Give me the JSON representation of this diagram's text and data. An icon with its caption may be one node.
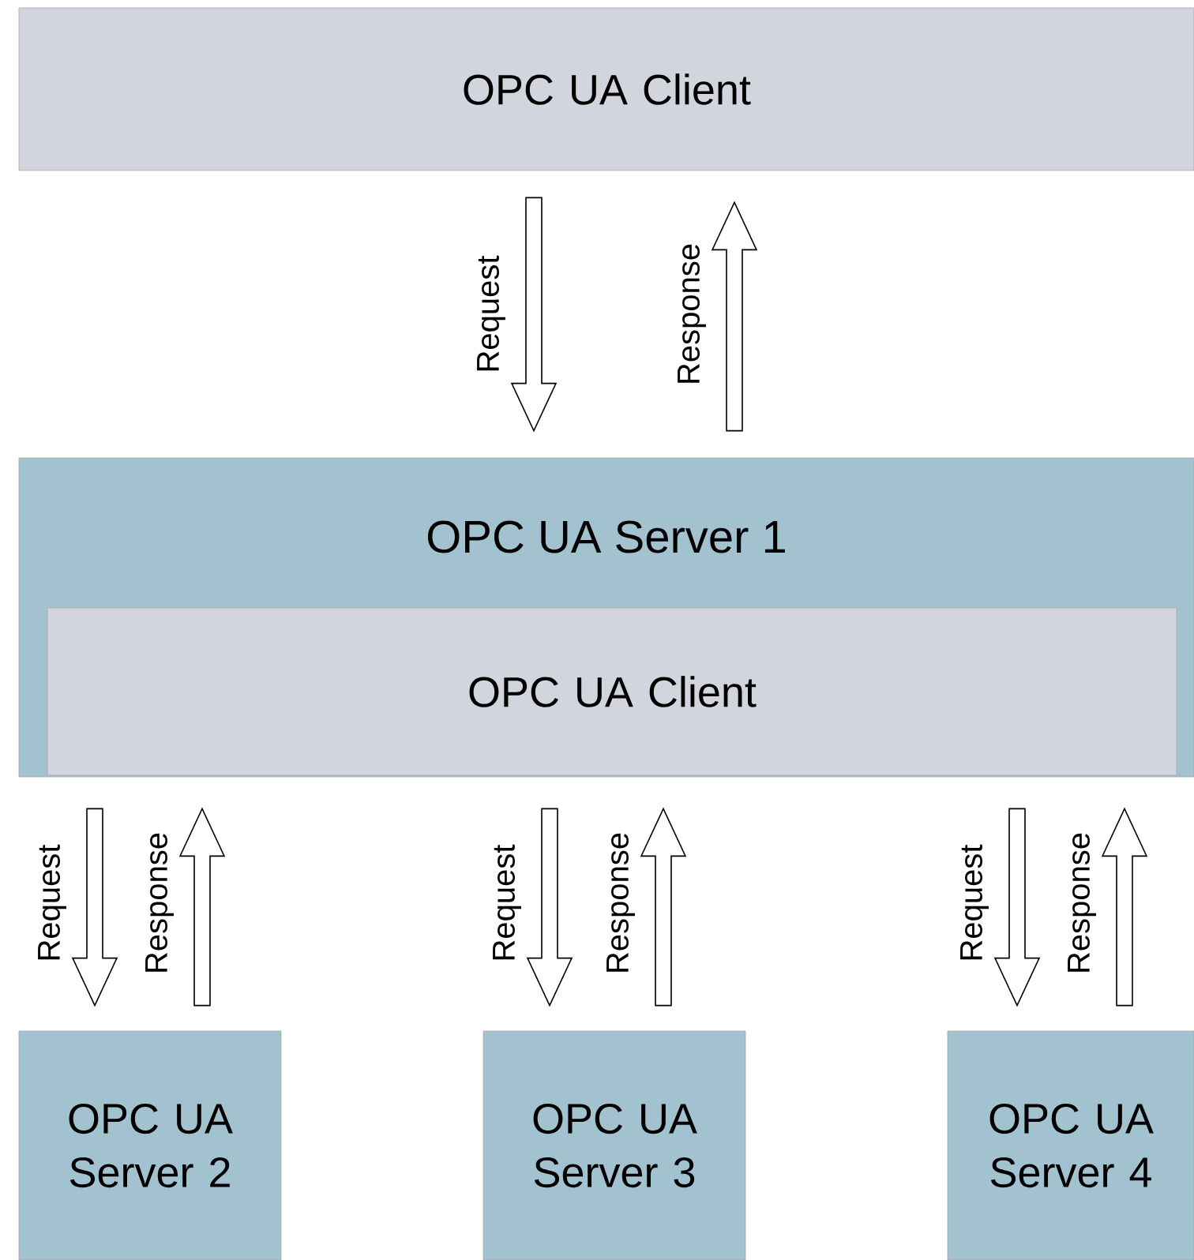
{
  "diagram": {
    "nodes": [
      {
        "text": [
          "OPC UA Client"
        ]
      },
      {
        "text": [
          "OPC UA Server 1"
        ]
      },
      {
        "text": [
          "OPC UA Client"
        ],
        "in": 1
      },
      {
        "text": [
          "OPC UA Server 2"
        ]
      },
      {
        "text": [
          "OPC UA Server 3"
        ]
      },
      {
        "text": [
          "OPC UA Server 4"
        ]
      }
    ],
    "edges": [
      {
        "from": 0,
        "to": 1,
        "arrow": "to",
        "label": "Request"
      },
      {
        "from": 1,
        "to": 0,
        "arrow": "to",
        "label": "Response"
      },
      {
        "from": 2,
        "to": 3,
        "arrow": "to",
        "label": "Request"
      },
      {
        "from": 3,
        "to": 2,
        "arrow": "to",
        "label": "Response"
      },
      {
        "from": 2,
        "to": 4,
        "arrow": "to",
        "label": "Request"
      },
      {
        "from": 4,
        "to": 2,
        "arrow": "to",
        "label": "Response"
      },
      {
        "from": 2,
        "to": 5,
        "arrow": "to",
        "label": "Request"
      },
      {
        "from": 5,
        "to": 2,
        "arrow": "to",
        "label": "Response"
      }
    ]
  }
}
